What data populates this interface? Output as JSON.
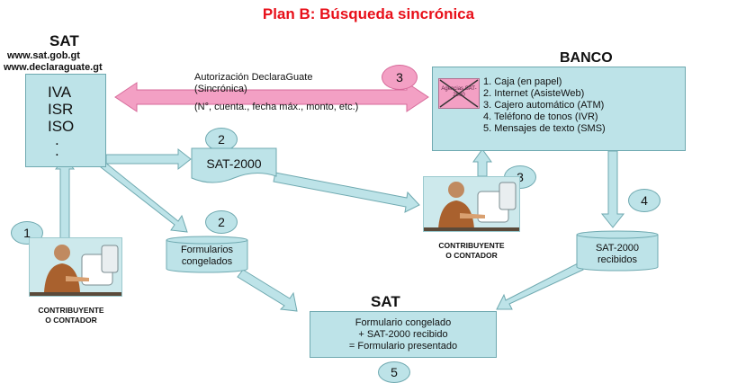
{
  "title": "Plan B: Búsqueda sincrónica",
  "sat_top": {
    "heading": "SAT",
    "url1": "www.sat.gob.gt",
    "url2": "www.declaraguate.gt",
    "taxes": [
      "IVA",
      "ISR",
      "ISO",
      ".",
      "."
    ]
  },
  "authorization": {
    "line1": "Autorización DeclaraGuate",
    "line2": "(Sincrónica)",
    "line3": "(N°, cuenta., fecha máx., monto, etc.)"
  },
  "banco": {
    "heading": "BANCO",
    "items": [
      "1. Caja (en papel)",
      "2. Internet  (AsisteWeb)",
      "3. Cajero automático (ATM)",
      "4. Teléfono de tonos (IVR)",
      "5. Mensajes de texto (SMS)"
    ],
    "crossed_stamp": "Agencias SAT-2000"
  },
  "sat2000": "SAT-2000",
  "formularios": "Formularios congelados",
  "sat2000_recibidos": "SAT-2000 recibidos",
  "sat_bottom": {
    "heading": "SAT",
    "line1": "Formulario congelado",
    "line2": "+ SAT-2000 recibido",
    "line3": "= Formulario presentado"
  },
  "contributor_left": {
    "line1": "CONTRIBUYENTE",
    "line2": "O CONTADOR"
  },
  "contributor_mid": {
    "line1": "CONTRIBUYENTE",
    "line2": "O CONTADOR"
  },
  "steps": {
    "c1": "1",
    "c2a": "2",
    "c2b": "2",
    "c3a": "3",
    "c3b": "3",
    "c4": "4",
    "c5": "5"
  },
  "colors": {
    "box": "#bde3e8",
    "pink": "#f3a0c4",
    "title": "#e8101a"
  }
}
